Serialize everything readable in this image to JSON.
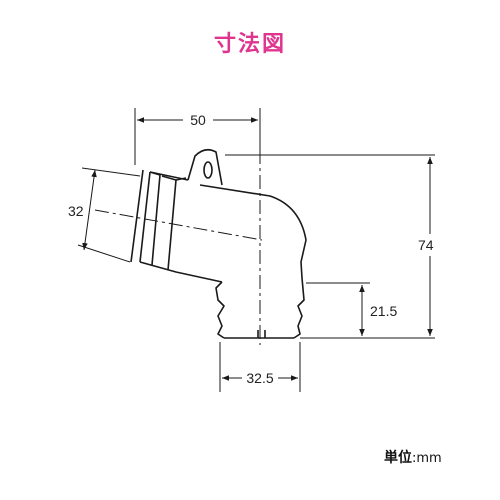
{
  "title": "寸法図",
  "colors": {
    "title": "#e0358f",
    "line": "#1a1a1a"
  },
  "dimensions": {
    "top_width": "50",
    "inlet_diameter": "32",
    "total_height": "74",
    "outlet_height": "21.5",
    "outlet_width": "32.5"
  },
  "unit": {
    "label": "単位",
    "separator": ":",
    "value": "mm"
  }
}
